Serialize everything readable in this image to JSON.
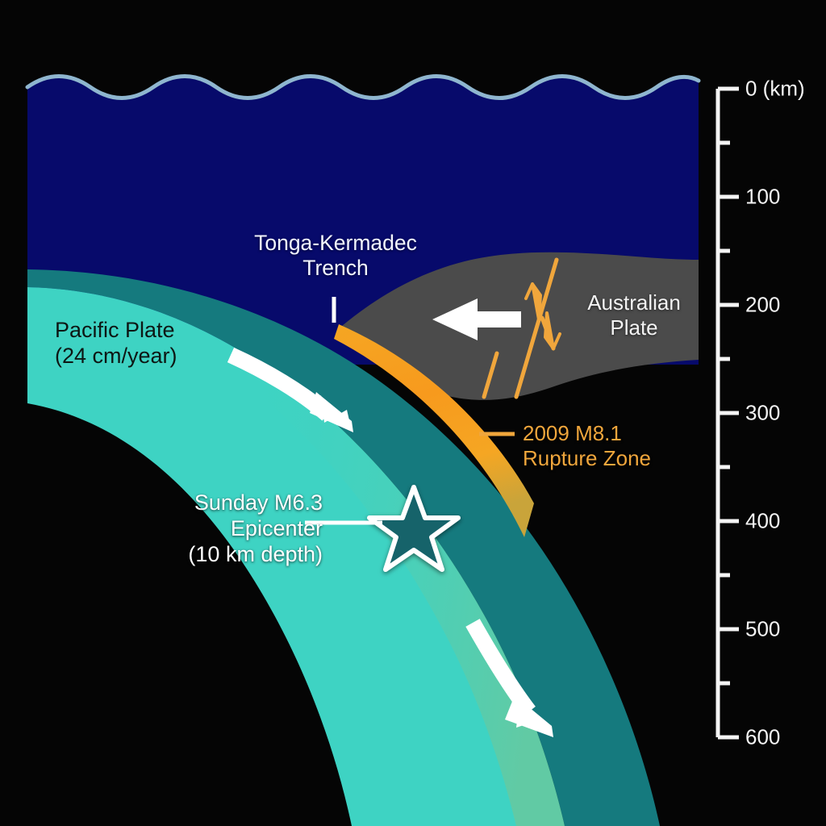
{
  "figure": {
    "type": "geologic-cross-section",
    "title_visible": false,
    "background_color": "#050505"
  },
  "depth_axis": {
    "unit_label": "0 (km)",
    "ticks": [
      {
        "value": 0,
        "label": "0 (km)",
        "major": true
      },
      {
        "value": 50,
        "label": "",
        "major": false
      },
      {
        "value": 100,
        "label": "100",
        "major": true
      },
      {
        "value": 150,
        "label": "",
        "major": false
      },
      {
        "value": 200,
        "label": "200",
        "major": true
      },
      {
        "value": 250,
        "label": "",
        "major": false
      },
      {
        "value": 300,
        "label": "300",
        "major": true
      },
      {
        "value": 350,
        "label": "",
        "major": false
      },
      {
        "value": 400,
        "label": "400",
        "major": true
      },
      {
        "value": 450,
        "label": "",
        "major": false
      },
      {
        "value": 500,
        "label": "500",
        "major": true
      },
      {
        "value": 550,
        "label": "",
        "major": false
      },
      {
        "value": 600,
        "label": "600",
        "major": true
      }
    ],
    "range_km": [
      0,
      600
    ],
    "color": "#f4f4f4"
  },
  "labels": {
    "trench": "Tonga-Kermadec\nTrench",
    "pacific_plate": "Pacific Plate\n(24 cm/year)",
    "australian_plate": "Australian\nPlate",
    "rupture_zone": "2009 M8.1\nRupture Zone",
    "epicenter": "Sunday M6.3\nEpicenter\n(10 km depth)"
  },
  "colors": {
    "ocean": "#070a6b",
    "ocean_surface_line": "#8fb6cf",
    "subducting_slab": "#3ed3c3",
    "slab_crust": "#157a7e",
    "overriding_plate": "#4b4b4b",
    "rupture_orange": "#f5a623",
    "rupture_orange_deep": "#f07c1e",
    "epicenter_star_fill": "#12636b",
    "epicenter_star_stroke": "#ffffff",
    "arrow_white": "#ffffff",
    "fault_orange": "#f0a63c"
  },
  "markers": {
    "epicenter_star": {
      "name": "Sunday M6.3 Epicenter",
      "depth_km": 10,
      "magnitude": "M6.3"
    },
    "rupture_zone_band": {
      "name": "2009 M8.1 Rupture Zone",
      "magnitude": "M8.1",
      "year": 2009
    }
  },
  "motion": {
    "pacific_rate": "24 cm/year",
    "pacific_direction": "subducting west-to-east-down",
    "australian_direction": "westward"
  }
}
